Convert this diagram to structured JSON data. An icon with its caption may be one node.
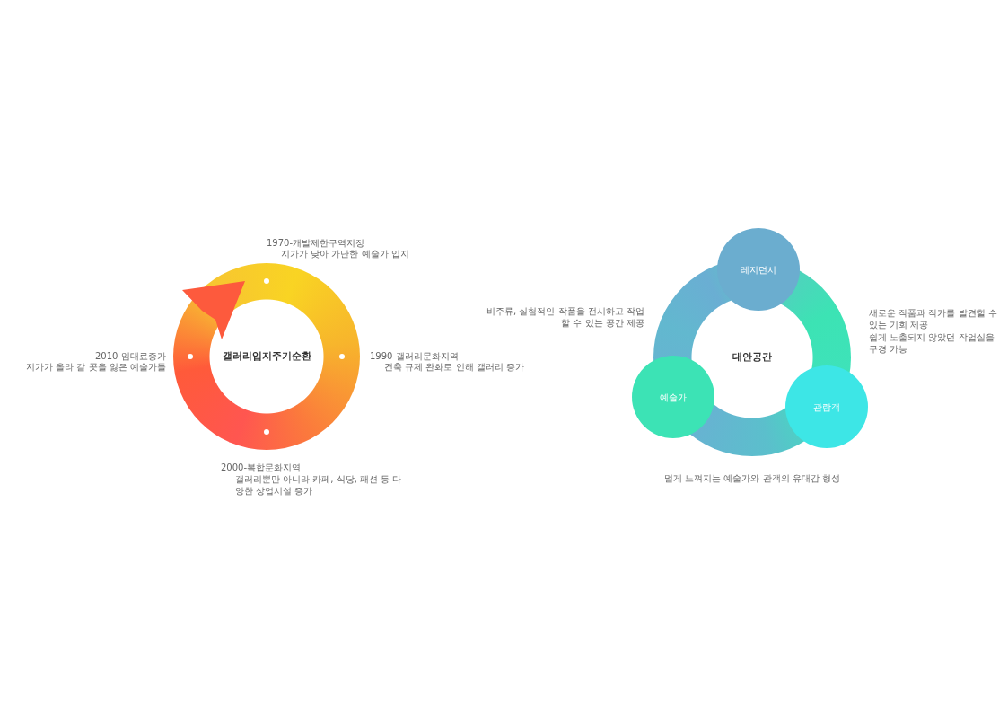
{
  "diagram": {
    "nodes": [
      {
        "text": [
          "갤러리입지주기순환"
        ]
      },
      {
        "text": [
          "레지던시"
        ]
      },
      {
        "text": [
          "대안공간"
        ]
      },
      {
        "text": [
          "예술가"
        ]
      },
      {
        "text": [
          "관람객"
        ]
      }
    ],
    "labels": [
      "1970-개발제한구역지정",
      "지가가 낮아 가난한 예술가 입지",
      "2010-임대료증가",
      "지가가 올라 갈 곳을 잃은 예술가들",
      "1990-갤러리문화지역",
      "건축 규제 완화로 인해 갤러리 증가",
      "비주류, 실험적인 작품을 전시하고 작업할 수 있는 공간 제공",
      "새로운 작품과 작가를 발견할 수 있는 기회 제공",
      "쉽게 노출되지 않았던 작업실을 구경 가능",
      "2000-복합문화지역",
      "갤러리뿐만 아니라 카페, 식당, 패션 등 다양한 상업시설 증가",
      "멀게 느껴지는 예술가와 관객의 유대감 형성"
    ]
  }
}
